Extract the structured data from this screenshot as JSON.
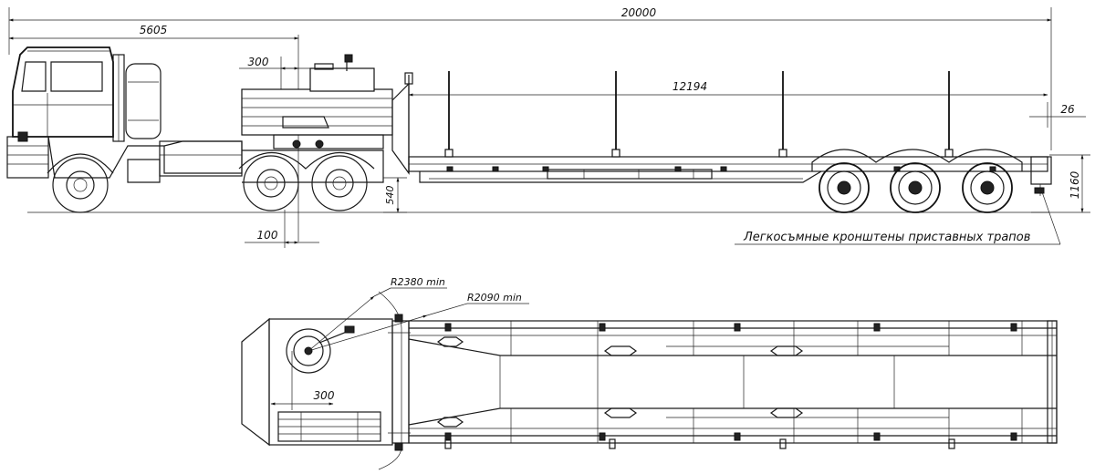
{
  "dimensions": {
    "total_length": "20000",
    "tractor_length": "5605",
    "fifth_wheel_offset_top": "300",
    "deck_length": "12194",
    "rear_overhang": "26",
    "deck_height_front": "540",
    "deck_height_rear": "1160",
    "axle_offset": "100",
    "radius_outer": "R2380 min",
    "radius_inner": "R2090 min",
    "kingpin_offset": "300"
  },
  "labels": {
    "ramp_note": "Легкосъмные кронштены приставных трапов"
  }
}
